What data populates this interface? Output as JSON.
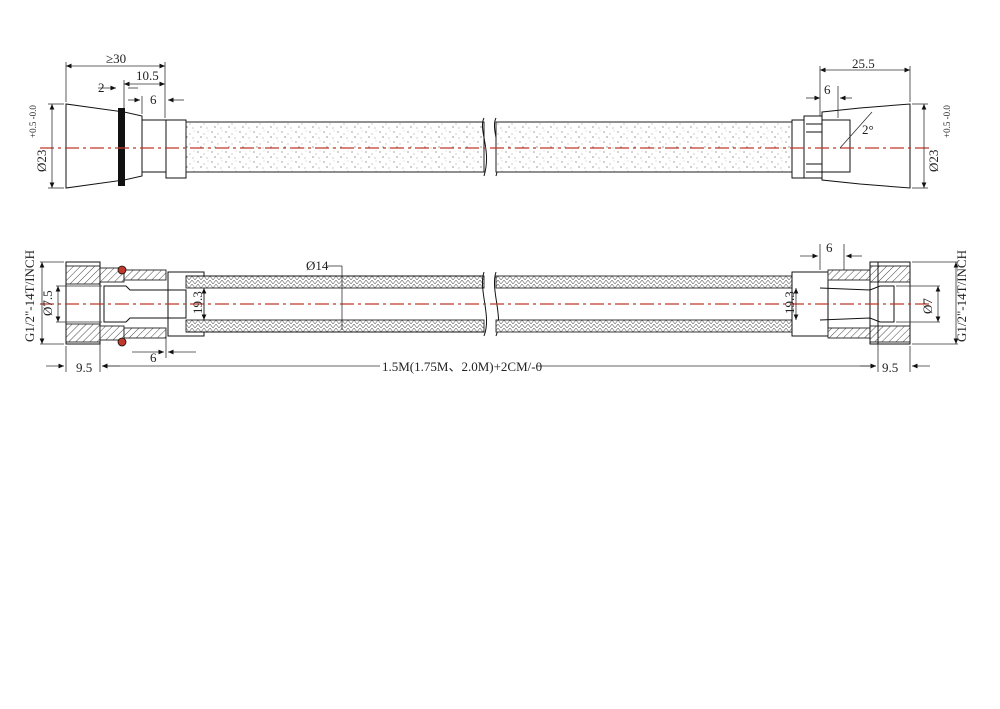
{
  "colors": {
    "centerline": "#c0392b",
    "outline": "#111111",
    "background": "#ffffff"
  },
  "top_view": {
    "dim_min_length": "≥30",
    "dim_10_5": "10.5",
    "dim_2": "2",
    "dim_6_left": "6",
    "dim_25_5": "25.5",
    "dim_6_right": "6",
    "angle": "2°",
    "dia_left": "Ø23",
    "dia_left_tol": "+0.5 -0.0",
    "dia_right": "Ø23",
    "dia_right_tol": "+0.5 -0.0"
  },
  "section_view": {
    "thread_left": "G1/2\"-14T/INCH",
    "thread_right": "G1/2\"-14T/INCH",
    "bore_left": "Ø7.5",
    "bore_right": "Ø7",
    "hose_dia": "Ø14",
    "inner_left": "19.3",
    "inner_right": "19.3",
    "dim_6_bottom_left": "6",
    "dim_6_top_right": "6",
    "end_left": "9.5",
    "end_right": "9.5",
    "length": "1.5M(1.75M、2.0M)+2CM/-0"
  }
}
